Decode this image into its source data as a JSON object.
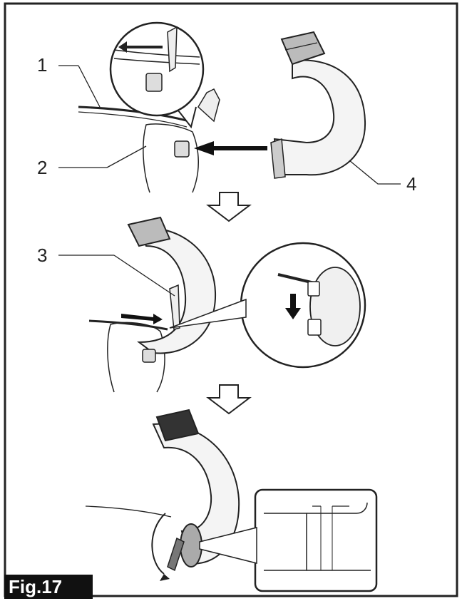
{
  "figure": {
    "label": "Fig.17",
    "callouts": [
      "1",
      "2",
      "3",
      "4"
    ]
  },
  "colors": {
    "line": "#222222",
    "shade": "#cfcfcf",
    "dark": "#444444",
    "label_bg": "#111111"
  },
  "icons": [
    "down-arrow-icon",
    "push-arrow-icon",
    "rotate-arrow-icon"
  ]
}
